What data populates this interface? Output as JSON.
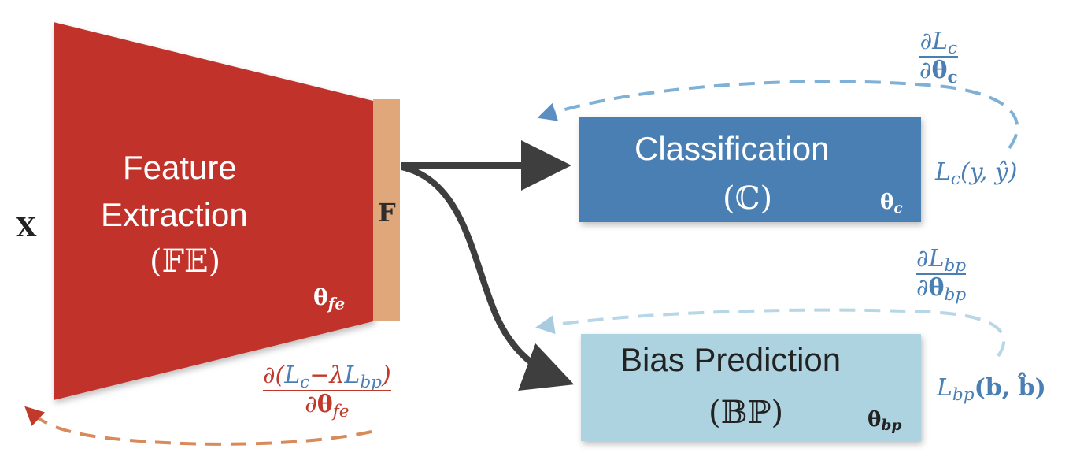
{
  "colors": {
    "fe_fill": "#c0332c",
    "feature_bar": "#e0a77a",
    "cls_fill": "#4a7fb3",
    "bp_fill": "#aed3e0",
    "arrow_dark": "#3e3e3e",
    "blue_text": "#4a7fb3",
    "red_text": "#c0392b",
    "dashed_blue": "#7fb0d6",
    "dashed_lightblue": "#b7d6e6",
    "dashed_orange": "#d98a5a"
  },
  "input": {
    "label": "X"
  },
  "feature_extraction": {
    "line1": "Feature",
    "line2": "Extraction",
    "symbol": "(𝔽𝔼)",
    "param": "θ",
    "param_sub": "fe"
  },
  "feature": {
    "label": "F"
  },
  "classification": {
    "title": "Classification",
    "symbol": "(ℂ)",
    "param": "θ",
    "param_sub": "c",
    "loss": {
      "L": "L",
      "sub": "c",
      "args": "(y, ŷ)"
    },
    "grad": {
      "num_d": "∂",
      "num_L": "L",
      "num_sub": "c",
      "den_d": "∂",
      "den_theta": "θ",
      "den_sub": "c"
    }
  },
  "bias_prediction": {
    "title": "Bias Prediction",
    "symbol": "(𝔹ℙ)",
    "param": "θ",
    "param_sub": "bp",
    "loss": {
      "L": "L",
      "sub": "bp",
      "args": "(b, b̂)"
    },
    "grad": {
      "num_d": "∂",
      "num_L": "L",
      "num_sub": "bp",
      "den_d": "∂",
      "den_theta": "θ",
      "den_sub": "bp"
    }
  },
  "fe_gradient": {
    "num_prefix": "∂(",
    "num_L1": "L",
    "num_sub1": "c",
    "num_minus": "−",
    "num_lambda": "λ",
    "num_L2": "L",
    "num_sub2": "bp",
    "num_close": ")",
    "den_d": "∂",
    "den_theta": "θ",
    "den_sub": "fe"
  }
}
